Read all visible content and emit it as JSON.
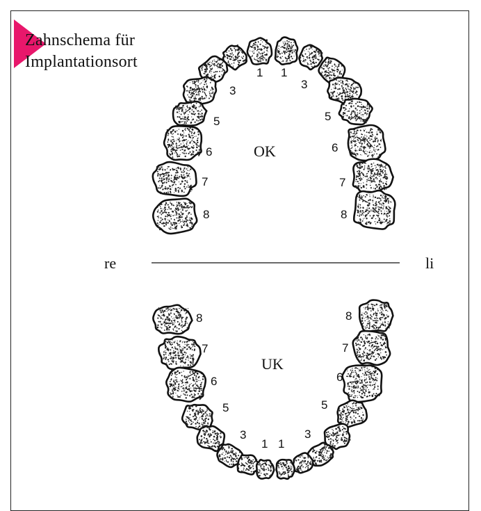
{
  "title": {
    "line1": "Zahnschema für",
    "line2": "Implantationsort"
  },
  "colors": {
    "flag": "#e8176b",
    "ink": "#111111"
  },
  "jaws": {
    "upper": {
      "label": "OK",
      "numbers": [
        "1",
        "1",
        "3",
        "3",
        "5",
        "5",
        "6",
        "6",
        "7",
        "7",
        "8",
        "8"
      ]
    },
    "lower": {
      "label": "UK",
      "numbers": [
        "8",
        "8",
        "7",
        "7",
        "6",
        "6",
        "5",
        "5",
        "3",
        "3",
        "1",
        "1"
      ]
    }
  },
  "sides": {
    "right": "re",
    "left": "li"
  }
}
